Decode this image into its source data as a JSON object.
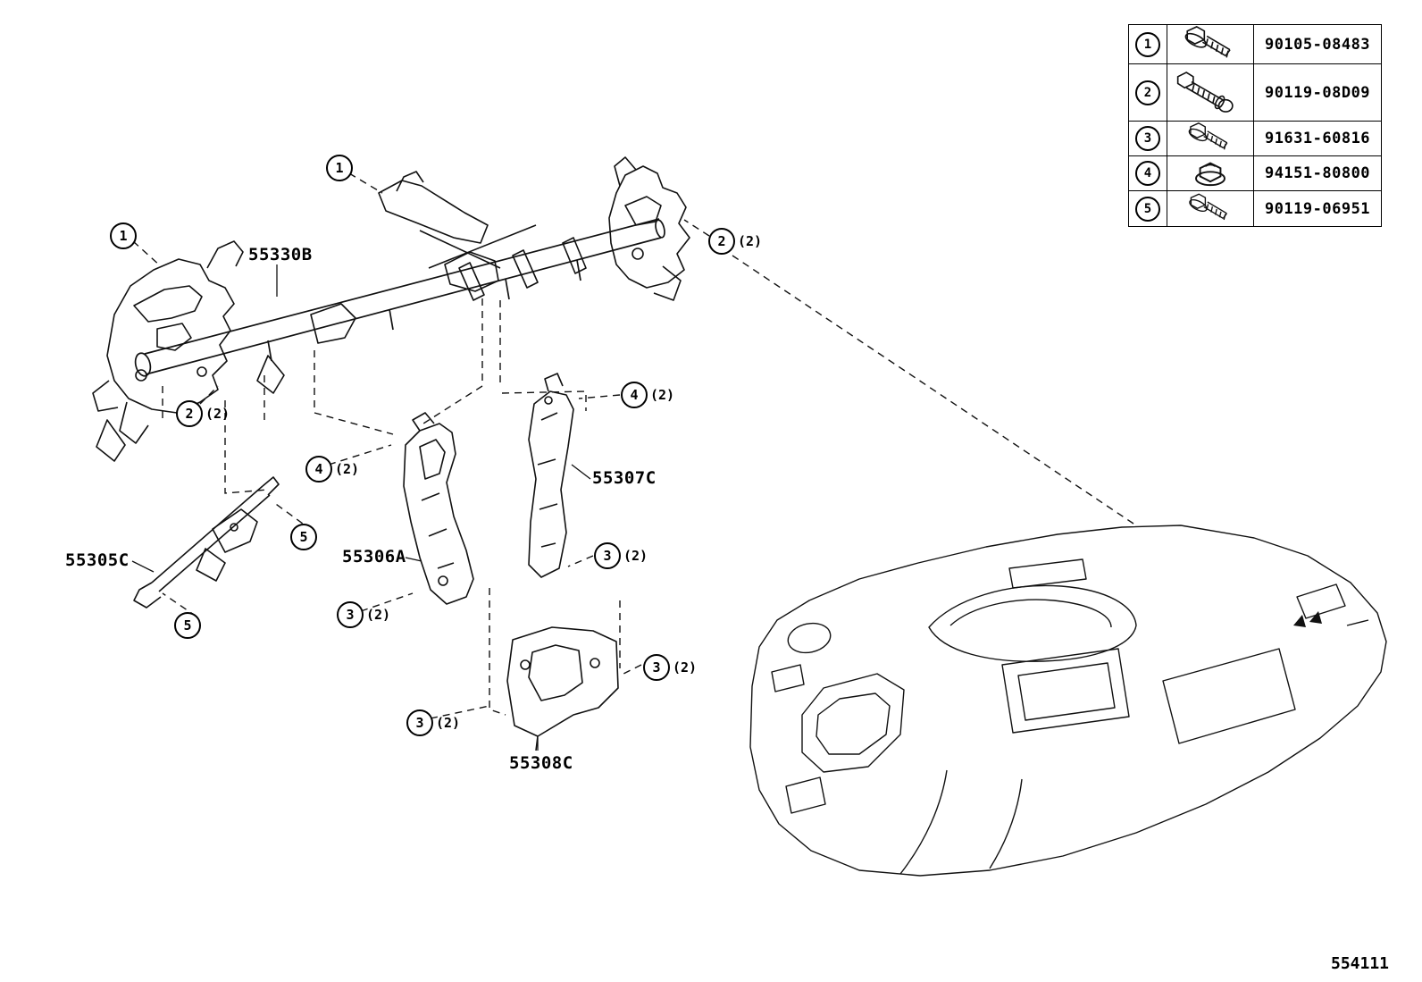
{
  "fastener_table": {
    "rows": [
      {
        "num": "1",
        "part_number": "90105-08483",
        "icon": "hex-flange-bolt"
      },
      {
        "num": "2",
        "part_number": "90119-08D09",
        "icon": "long-stud-bolt"
      },
      {
        "num": "3",
        "part_number": "91631-60816",
        "icon": "hex-flange-bolt"
      },
      {
        "num": "4",
        "part_number": "94151-80800",
        "icon": "flange-nut"
      },
      {
        "num": "5",
        "part_number": "90119-06951",
        "icon": "hex-flange-bolt"
      }
    ]
  },
  "part_labels": [
    {
      "code": "55330B"
    },
    {
      "code": "55305C"
    },
    {
      "code": "55306A"
    },
    {
      "code": "55307C"
    },
    {
      "code": "55308C"
    }
  ],
  "callouts": [
    {
      "num": "1",
      "qty": ""
    },
    {
      "num": "1",
      "qty": ""
    },
    {
      "num": "2",
      "qty": "(2)"
    },
    {
      "num": "2",
      "qty": "(2)"
    },
    {
      "num": "4",
      "qty": "(2)"
    },
    {
      "num": "4",
      "qty": "(2)"
    },
    {
      "num": "5",
      "qty": ""
    },
    {
      "num": "5",
      "qty": ""
    },
    {
      "num": "3",
      "qty": "(2)"
    },
    {
      "num": "3",
      "qty": "(2)"
    },
    {
      "num": "3",
      "qty": "(2)"
    },
    {
      "num": "3",
      "qty": "(2)"
    }
  ],
  "footer": {
    "diagram_number": "554111"
  }
}
